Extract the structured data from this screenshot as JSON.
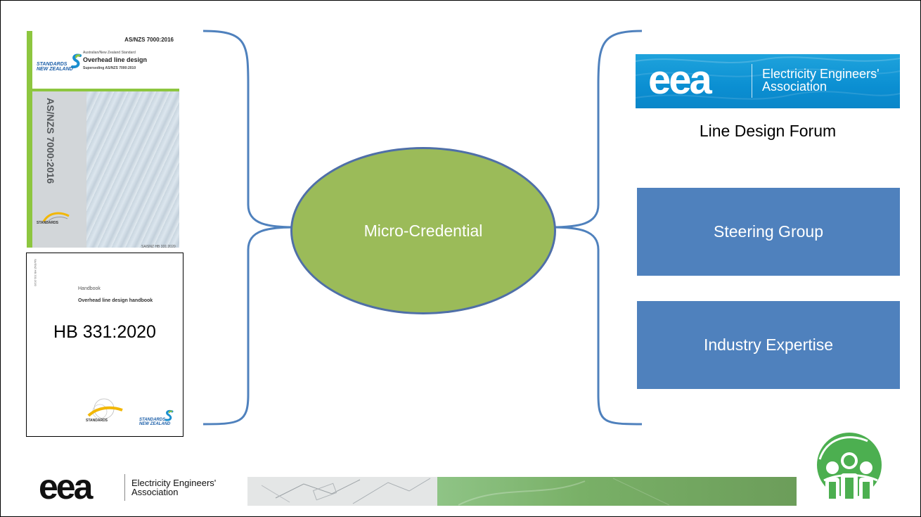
{
  "left_top_cover": {
    "code": "AS/NZS 7000:2016",
    "standard_line": "Australian/New Zealand Standard",
    "title": "Overhead line design",
    "superseding": "Superseding AS/NZS 7000:2010",
    "brand_line1": "STANDARDS",
    "brand_line2": "NEW ZEALAND",
    "vertical_code": "AS/NZS 7000:2016",
    "footer_brand": "STANDARDS"
  },
  "cover_caption": "SA/SNZ HB 331:2020",
  "handbook_cover": {
    "vertical_code": "SA/SNZ HB 331:2020",
    "label": "Handbook",
    "title": "Overhead line design handbook",
    "code": "HB 331:2020",
    "brand_left": "STANDARDS",
    "brand_right_line1": "STANDARDS",
    "brand_right_line2": "NEW ZEALAND"
  },
  "center": {
    "label": "Micro-Credential",
    "fill": "#9bbb59",
    "stroke": "#4f6fa8"
  },
  "right": {
    "banner": {
      "logo": "eea",
      "name_line1": "Electricity Engineers'",
      "name_line2": "Association"
    },
    "forum_label": "Line Design Forum",
    "boxes": [
      {
        "label": "Steering Group"
      },
      {
        "label": "Industry Expertise"
      }
    ],
    "box_color": "#4f81bd"
  },
  "footer": {
    "logo": "eea",
    "name_line1": "Electricity Engineers'",
    "name_line2": "Association"
  }
}
